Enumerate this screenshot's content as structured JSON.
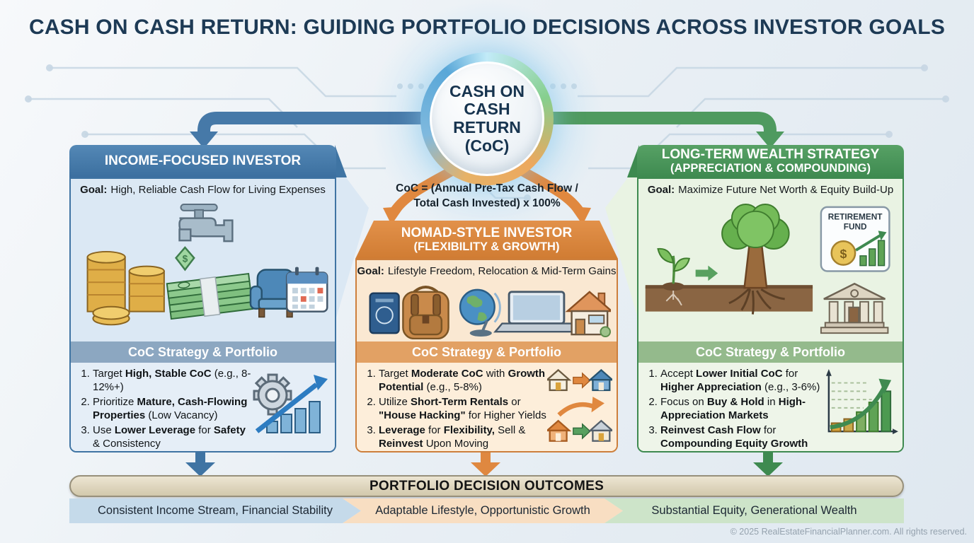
{
  "title": "CASH ON CASH RETURN: GUIDING PORTFOLIO DECISIONS ACROSS INVESTOR GOALS",
  "hub": {
    "label": "CASH ON\nCASH RETURN\n(CoC)",
    "formula": "CoC = (Annual Pre-Tax Cash Flow /\nTotal Cash Invested) x 100%"
  },
  "panels": [
    {
      "title": "INCOME-FOCUSED INVESTOR",
      "subtitle": "",
      "goal_label": "Goal:",
      "goal": "High, Reliable Cash Flow for Living Expenses",
      "strategy_title": "CoC Strategy & Portfolio",
      "accent": "#3f74a3",
      "icons": [
        "money-faucet-icon",
        "coin-stacks-icon",
        "cash-stack-icon",
        "armchair-icon",
        "calendar-icon",
        "gear-growth-chart-icon"
      ],
      "items": [
        [
          {
            "t": "Target ",
            "b": 0
          },
          {
            "t": "High, Stable CoC",
            "b": 1
          },
          {
            "t": " (e.g., 8-12%+)",
            "b": 0
          }
        ],
        [
          {
            "t": "Prioritize ",
            "b": 0
          },
          {
            "t": "Mature, Cash-Flowing Properties",
            "b": 1
          },
          {
            "t": " (Low Vacancy)",
            "b": 0
          }
        ],
        [
          {
            "t": "Use ",
            "b": 0
          },
          {
            "t": "Lower Leverage",
            "b": 1
          },
          {
            "t": " for ",
            "b": 0
          },
          {
            "t": "Safety",
            "b": 1
          },
          {
            "t": " & Consistency",
            "b": 0
          }
        ]
      ]
    },
    {
      "title": "NOMAD-STYLE INVESTOR",
      "subtitle": "(FLEXIBILITY & GROWTH)",
      "goal_label": "Goal:",
      "goal": "Lifestyle Freedom, Relocation & Mid-Term Gains",
      "strategy_title": "CoC Strategy & Portfolio",
      "accent": "#df8840",
      "icons": [
        "passport-icon",
        "backpack-icon",
        "globe-icon",
        "laptop-icon",
        "house-icon",
        "house-swap-arrows-icon"
      ],
      "items": [
        [
          {
            "t": "Target ",
            "b": 0
          },
          {
            "t": "Moderate CoC",
            "b": 1
          },
          {
            "t": " with ",
            "b": 0
          },
          {
            "t": "Growth Potential",
            "b": 1
          },
          {
            "t": " (e.g., 5-8%)",
            "b": 0
          }
        ],
        [
          {
            "t": "Utilize ",
            "b": 0
          },
          {
            "t": "Short-Term Rentals",
            "b": 1
          },
          {
            "t": " or ",
            "b": 0
          },
          {
            "t": "\"House Hacking\"",
            "b": 1
          },
          {
            "t": " for Higher Yields",
            "b": 0
          }
        ],
        [
          {
            "t": "Leverage",
            "b": 1
          },
          {
            "t": " for ",
            "b": 0
          },
          {
            "t": "Flexibility,",
            "b": 1
          },
          {
            "t": " Sell & ",
            "b": 0
          },
          {
            "t": "Reinvest",
            "b": 1
          },
          {
            "t": " Upon Moving",
            "b": 0
          }
        ]
      ]
    },
    {
      "title": "LONG-TERM WEALTH STRATEGY",
      "subtitle": "(APPRECIATION & COMPOUNDING)",
      "goal_label": "Goal:",
      "goal": "Maximize Future Net Worth & Equity Build-Up",
      "strategy_title": "CoC Strategy & Portfolio",
      "accent": "#3e8a50",
      "card_line1": "RETIREMENT",
      "card_line2": "FUND",
      "icons": [
        "sprout-to-tree-icon",
        "retirement-fund-card-icon",
        "bank-icon",
        "compounding-growth-chart-icon"
      ],
      "items": [
        [
          {
            "t": "Accept ",
            "b": 0
          },
          {
            "t": "Lower Initial CoC",
            "b": 1
          },
          {
            "t": " for ",
            "b": 0
          },
          {
            "t": "Higher Appreciation",
            "b": 1
          },
          {
            "t": " (e.g., 3-6%)",
            "b": 0
          }
        ],
        [
          {
            "t": "Focus on ",
            "b": 0
          },
          {
            "t": "Buy & Hold",
            "b": 1
          },
          {
            "t": " in ",
            "b": 0
          },
          {
            "t": "High-Appreciation Markets",
            "b": 1
          }
        ],
        [
          {
            "t": "Reinvest Cash Flow",
            "b": 1
          },
          {
            "t": " for ",
            "b": 0
          },
          {
            "t": "Compounding Equity Growth",
            "b": 1
          }
        ]
      ]
    }
  ],
  "outcomes": {
    "title": "PORTFOLIO DECISION OUTCOMES",
    "items": [
      {
        "label": "Consistent Income Stream, Financial Stability",
        "color": "#c5daea"
      },
      {
        "label": "Adaptable Lifestyle, Opportunistic Growth",
        "color": "#f8dec2"
      },
      {
        "label": "Substantial Equity, Generational Wealth",
        "color": "#cde4c9"
      }
    ]
  },
  "footer": "© 2025 RealEstateFinancialPlanner.com. All rights reserved."
}
